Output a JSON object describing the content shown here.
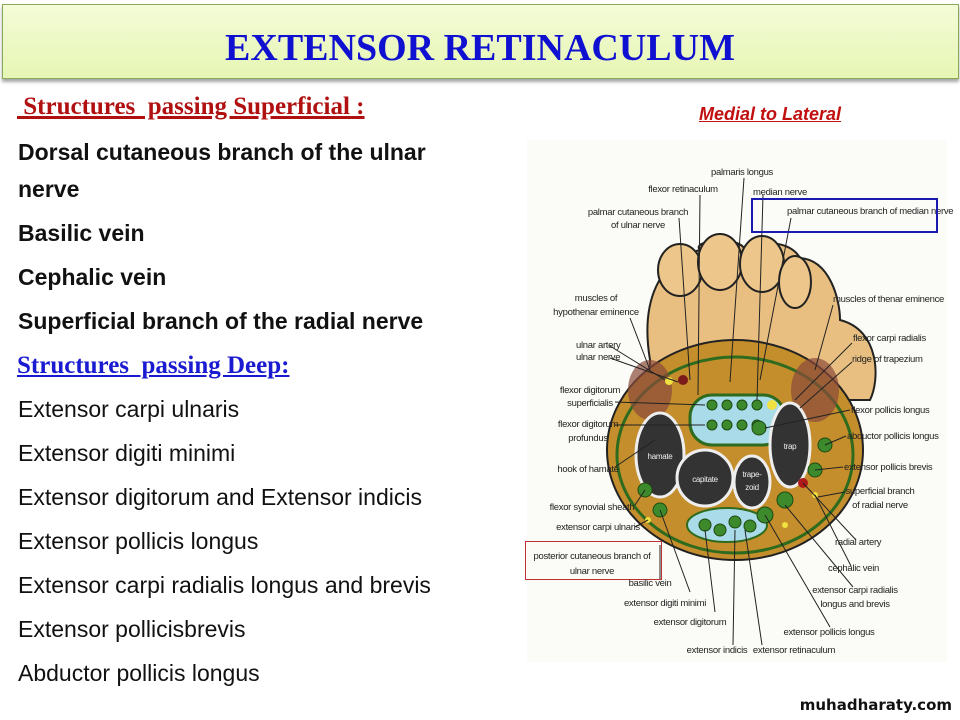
{
  "title": "EXTENSOR RETINACULUM",
  "superficial": {
    "heading": " Structures  passing Superficial :",
    "items": [
      "Dorsal cutaneous branch of the ulnar",
      "nerve",
      "Basilic vein",
      "Cephalic vein",
      "Superficial branch of the radial nerve"
    ]
  },
  "deep": {
    "heading": "Structures  passing Deep:",
    "items": [
      "Extensor carpi ulnaris",
      "Extensor digiti minimi",
      "Extensor digitorum and Extensor indicis",
      "Extensor pollicis longus",
      "Extensor carpi radialis longus and brevis",
      "Extensor pollicisbrevis",
      "Abductor pollicis longus"
    ]
  },
  "diagram": {
    "orientation": "Medial to Lateral",
    "labels": {
      "palmaris_longus": "palmaris longus",
      "flexor_retinaculum": "flexor retinaculum",
      "median_nerve": "median nerve",
      "palmar_cut_ulnar_1": "palmar cutaneous branch",
      "palmar_cut_ulnar_2": "of ulnar nerve",
      "palmar_cut_median": "palmar cutaneous branch of median nerve",
      "hypothenar_1": "muscles of",
      "hypothenar_2": "hypothenar eminence",
      "thenar": "muscles of thenar eminence",
      "ulnar_artery": "ulnar artery",
      "ulnar_nerve": "ulnar nerve",
      "fcr": "flexor carpi radialis",
      "ridge_trapezium": "ridge of trapezium",
      "fds_1": "flexor digitorum",
      "fds_2": "superficialis",
      "fpl": "flexor pollicis longus",
      "fdp_1": "flexor digitorum",
      "fdp_2": "profundus",
      "apl": "abductor pollicis longus",
      "hook_hamate": "hook of hamate",
      "epb": "extensor pollicis brevis",
      "sbrn_1": "superficial branch",
      "sbrn_2": "of radial nerve",
      "flexor_sheath": "flexor synovial sheath",
      "ecu": "extensor carpi ulnaris",
      "pcb_ulnar_1": "posterior cutaneous branch of",
      "pcb_ulnar_2": "ulnar nerve",
      "basilic_vein": "basilic vein",
      "radial_artery": "radial artery",
      "cephalic_vein": "cephalic vein",
      "edm": "extensor digiti minimi",
      "ecrlb_1": "extensor carpi radialis",
      "ecrlb_2": "longus and brevis",
      "ed": "extensor digitorum",
      "epl": "extensor pollicis longus",
      "ei": "extensor indicis",
      "er": "extensor retinaculum",
      "hamate": "hamate",
      "capitate": "capitate",
      "trapezoid": "trape-zoid",
      "trap": "trap"
    }
  },
  "watermark": "muhadharaty.com"
}
